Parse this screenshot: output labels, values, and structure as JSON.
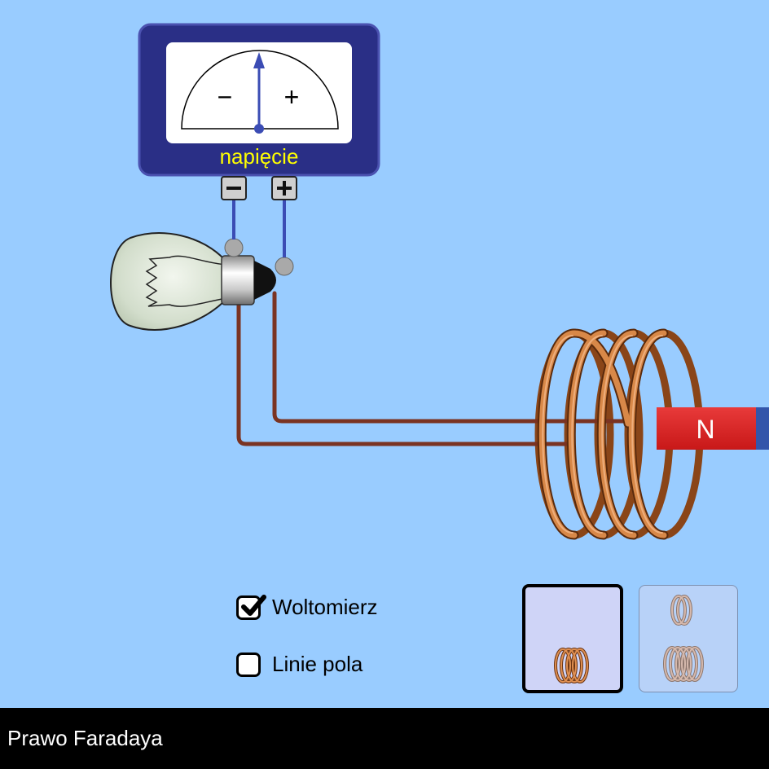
{
  "app": {
    "title": "Prawo Faradaya"
  },
  "voltmeter": {
    "label": "napięcie",
    "minus_sign": "−",
    "plus_sign": "+",
    "needle_value": 0
  },
  "magnet": {
    "pole_label": "N"
  },
  "controls": {
    "voltmeter_checkbox": {
      "label": "Woltomierz",
      "checked": true
    },
    "field_lines_checkbox": {
      "label": "Linie pola",
      "checked": false
    }
  },
  "coil_selector": {
    "selected": "one-coil"
  },
  "colors": {
    "background": "#99ccff",
    "meter_body": "#2a2f86",
    "meter_label": "#ffff00",
    "wire": "#7a3322",
    "lead": "#3b4cb4",
    "coil": "#c46a2a",
    "magnet_north": "#dd2222",
    "magnet_south": "#3355aa"
  }
}
